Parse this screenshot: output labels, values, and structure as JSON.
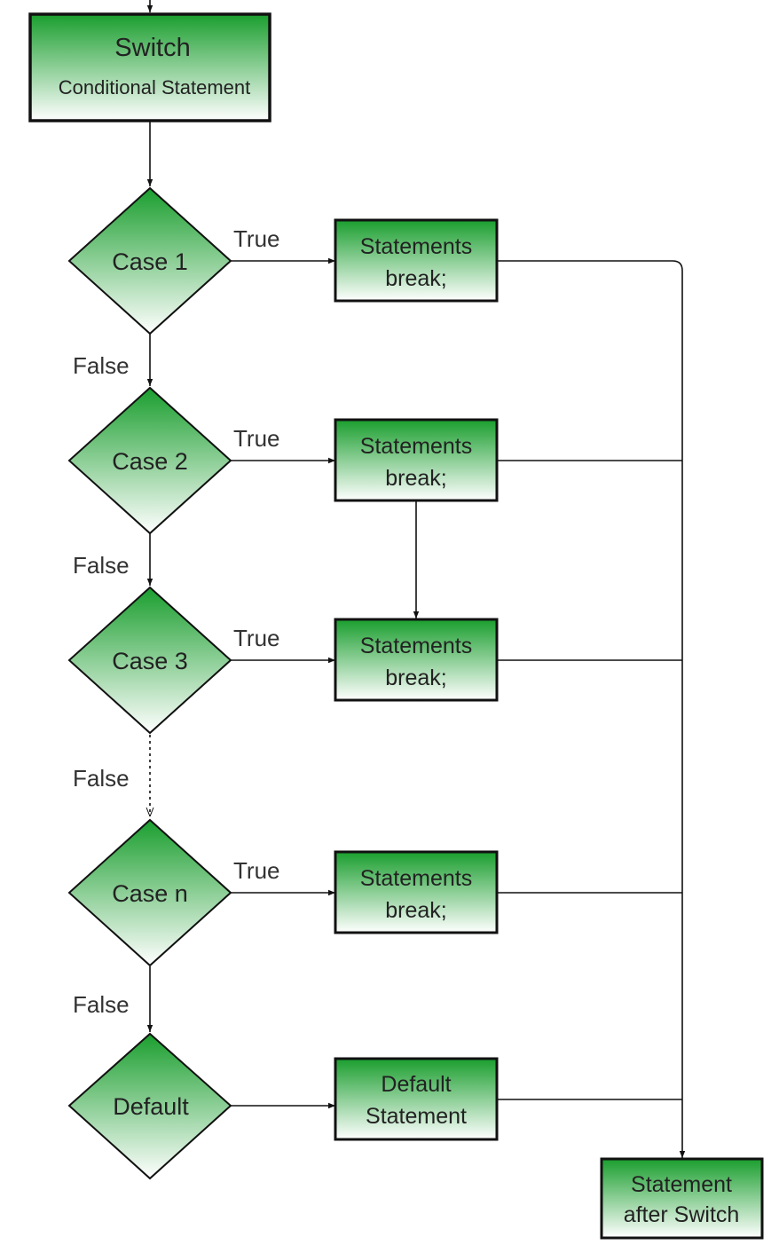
{
  "colors": {
    "fill_top": "#1a9e2e",
    "fill_bottom": "#ffffff",
    "stroke": "#111111",
    "line": "#111111"
  },
  "switch": {
    "title": "Switch",
    "subtitle": "Conditional Statement"
  },
  "cases": [
    {
      "label": "Case 1",
      "true_label": "True",
      "false_label": "False",
      "stmt_line1": "Statements",
      "stmt_line2": "break;"
    },
    {
      "label": "Case 2",
      "true_label": "True",
      "false_label": "False",
      "stmt_line1": "Statements",
      "stmt_line2": "break;"
    },
    {
      "label": "Case 3",
      "true_label": "True",
      "false_label": "False",
      "stmt_line1": "Statements",
      "stmt_line2": "break;"
    },
    {
      "label": "Case n",
      "true_label": "True",
      "false_label": "False",
      "stmt_line1": "Statements",
      "stmt_line2": "break;"
    }
  ],
  "default": {
    "label": "Default",
    "stmt_line1": "Default",
    "stmt_line2": "Statement"
  },
  "after": {
    "line1": "Statement",
    "line2": "after Switch"
  }
}
